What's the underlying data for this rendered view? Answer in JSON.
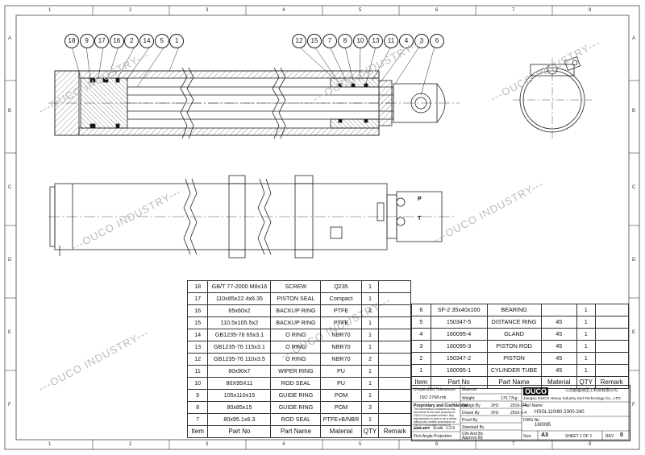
{
  "border": {
    "columns": [
      "1",
      "2",
      "3",
      "4",
      "5",
      "6",
      "7",
      "8"
    ],
    "rows": [
      "A",
      "B",
      "C",
      "D",
      "E",
      "F"
    ]
  },
  "balloons_top_left": [
    "18",
    "9",
    "17",
    "16",
    "2",
    "14",
    "5",
    "1"
  ],
  "balloons_top_right": [
    "12",
    "15",
    "7",
    "8",
    "10",
    "13",
    "11",
    "4",
    "3",
    "6"
  ],
  "port_labels": [
    "P",
    "T"
  ],
  "watermark": "---OUCO INDUSTRY---",
  "bom_left": {
    "rows": [
      [
        "18",
        "GB/T 77-2000 M8x16",
        "SCREW",
        "Q235",
        "1",
        ""
      ],
      [
        "17",
        "110x85x22.4x6.35",
        "PISTON SEAL",
        "Compact",
        "1",
        ""
      ],
      [
        "16",
        "65x60x2",
        "BACKUP RING",
        "PTFE",
        "2",
        ""
      ],
      [
        "15",
        "110.5x105.5x2",
        "BACKUP RING",
        "PTFE",
        "1",
        ""
      ],
      [
        "14",
        "GB1235-76 65x3.1",
        "O RING",
        "NBR70",
        "1",
        ""
      ],
      [
        "13",
        "GB1235-76 115x3.1",
        "O RING",
        "NBR70",
        "1",
        ""
      ],
      [
        "12",
        "GB1235-76 110x3.5",
        "O RING",
        "NBR70",
        "2",
        ""
      ],
      [
        "11",
        "80x90x7",
        "WIPER RING",
        "PU",
        "1",
        ""
      ],
      [
        "10",
        "80X95X11",
        "ROD SEAL",
        "PU",
        "1",
        ""
      ],
      [
        "9",
        "105x110x15",
        "GUIDE RING",
        "POM",
        "1",
        ""
      ],
      [
        "8",
        "80x85x15",
        "GUIDE RING",
        "POM",
        "3",
        ""
      ],
      [
        "7",
        "80x95.1x6.3",
        "ROD SEAL",
        "PTFE+B/NBR",
        "1",
        ""
      ]
    ],
    "header": [
      "Item",
      "Part No",
      "Part Name",
      "Material",
      "QTY",
      "Remark"
    ]
  },
  "bom_right": {
    "rows": [
      [
        "6",
        "SF-2 35x40x100",
        "BEARING",
        "",
        "1",
        ""
      ],
      [
        "5",
        "150347-5",
        "DISTANCE RING",
        "45",
        "1",
        ""
      ],
      [
        "4",
        "160095-4",
        "GLAND",
        "45",
        "1",
        ""
      ],
      [
        "3",
        "160095-3",
        "PISTON ROD",
        "45",
        "1",
        ""
      ],
      [
        "2",
        "150347-2",
        "PISTON",
        "45",
        "1",
        ""
      ],
      [
        "1",
        "160095-1",
        "CYLINDER TUBE",
        "45",
        "1",
        ""
      ]
    ],
    "header": [
      "Item",
      "Part No",
      "Part Name",
      "Material",
      "QTY",
      "Remark"
    ]
  },
  "title_block": {
    "tolerance_label": "Unspecified Tolerances",
    "tolerance_value": "ISO 2768-mk",
    "material_label": "Material",
    "weight_label": "Weight",
    "weight_value": "170.77kg",
    "design_label": "Design By",
    "design_by": "XHJ",
    "design_date": "2016-3-4",
    "drawn_label": "Drawn By",
    "drawn_by": "XHJ",
    "drawn_date": "2016-3-4",
    "proof_label": "Proof By",
    "standard_label": "Standard By",
    "check_label": "Chk And By",
    "approve_label": "Approve By",
    "unit_label": "Unit",
    "unit_value": "mm",
    "scale_label": "Scale",
    "scale_value": "1:3.5",
    "proprietary_title": "Proprietary and Confidential",
    "proprietary_text": "The information contained in this document is the sole property of OUCO Corporation limited. Any reproduction in part or as a whole without the written permission of OUCO Corporation limited is prohibited.",
    "projection": "First Angle Projection",
    "logo": "OUCO",
    "company_cn": "江苏欧盛液压工科技有限公司",
    "company_en": "Jiangsu OUCO Heavy Industry and Technology Co., LTD.",
    "part_no_label": "Part Name",
    "part_no": "HSGL110/80-2300-240",
    "dwg_label": "DWG.No",
    "dwg_no": "160095",
    "size_label": "Size",
    "size": "A3",
    "sheet": "SHEET 1 OF 1",
    "rev_label": "REV",
    "rev": "0"
  }
}
